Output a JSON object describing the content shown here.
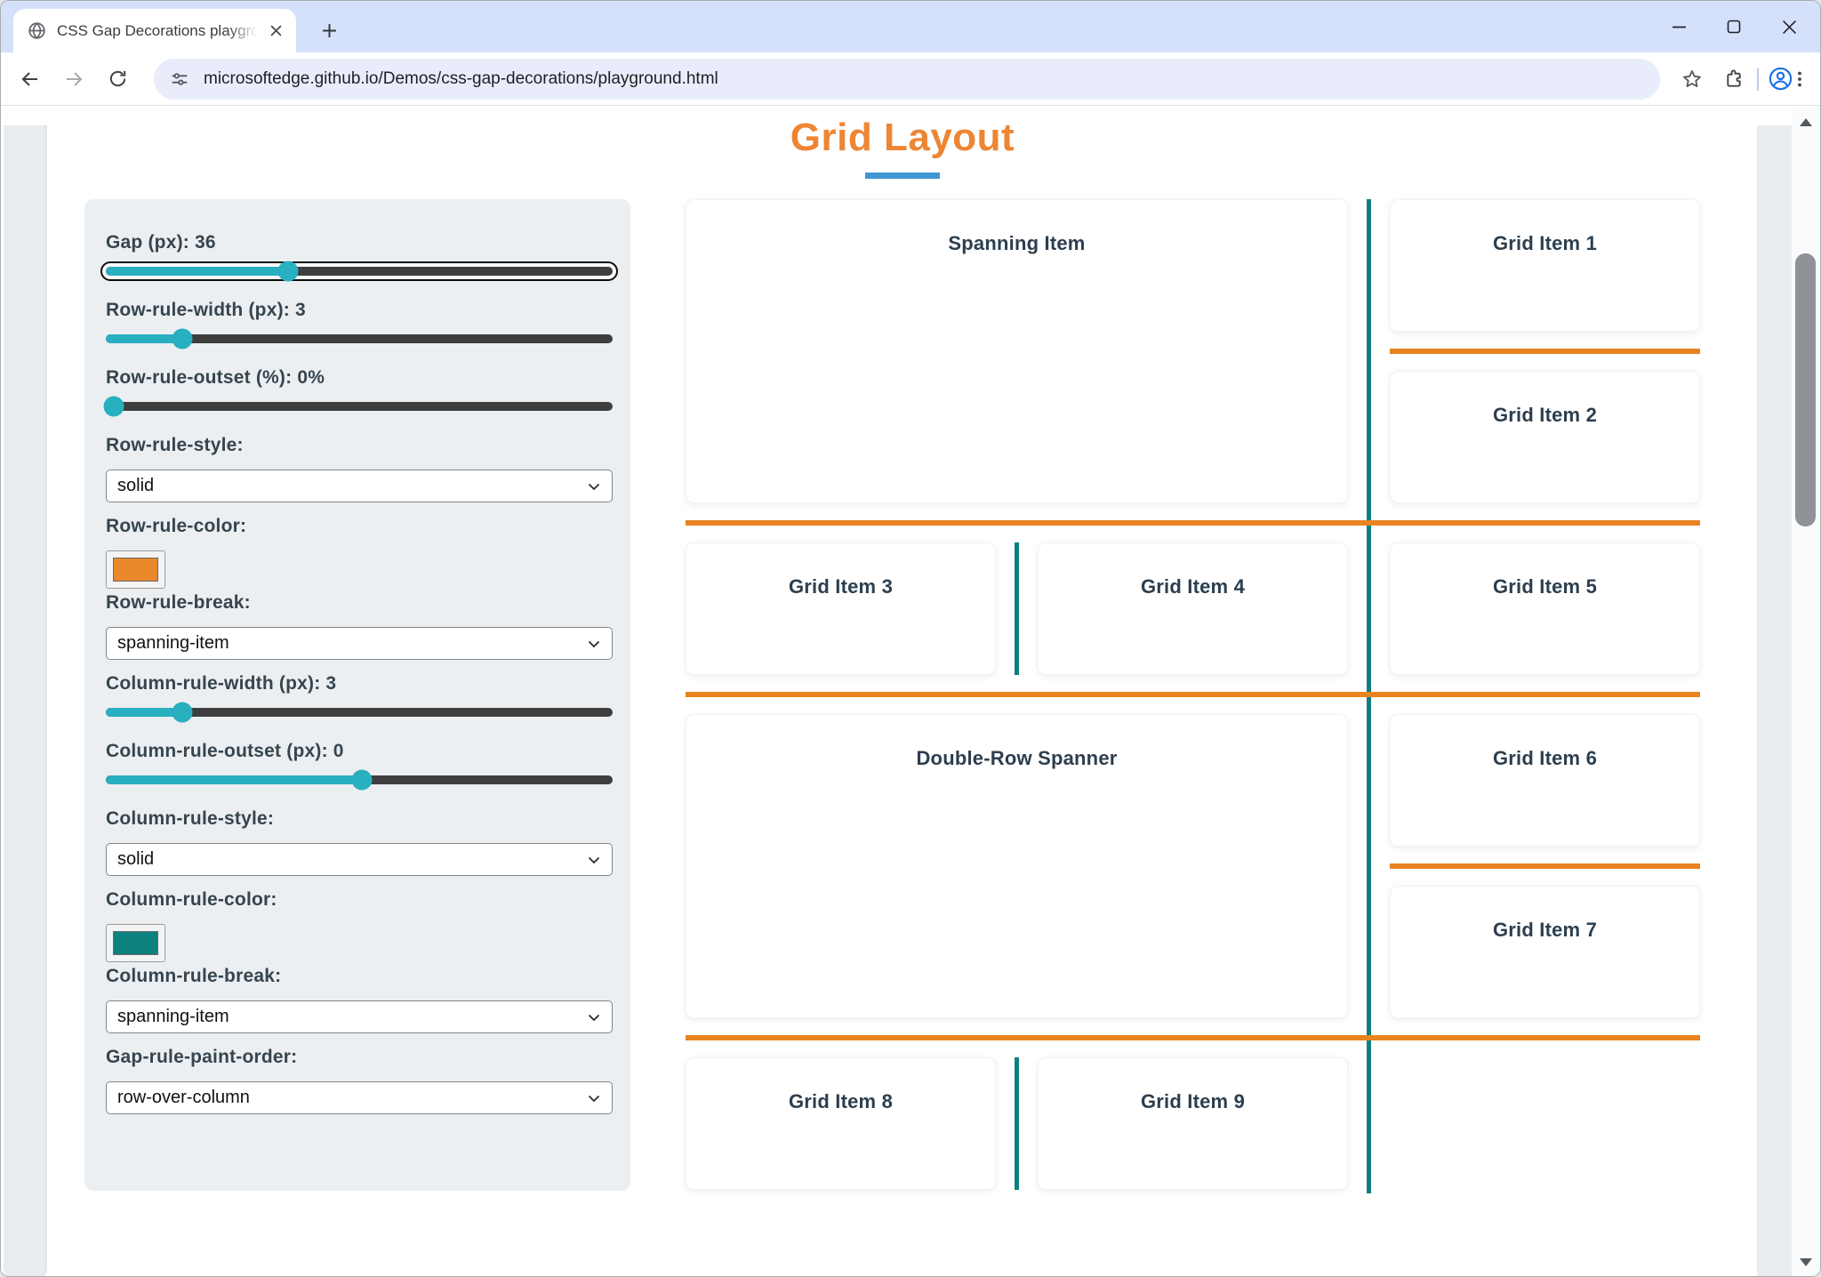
{
  "browser": {
    "tab_title": "CSS Gap Decorations playground",
    "url": "microsoftedge.github.io/Demos/css-gap-decorations/playground.html",
    "icons": [
      "globe-favicon",
      "close-icon",
      "new-tab-plus-icon",
      "minimize-icon",
      "maximize-icon",
      "window-close-icon",
      "back-arrow-icon",
      "forward-arrow-icon",
      "reload-icon",
      "site-settings-icon",
      "bookmark-star-icon",
      "extensions-puzzle-icon",
      "profile-avatar-icon",
      "menu-dots-icon",
      "scroll-up-icon",
      "scroll-down-icon"
    ]
  },
  "page": {
    "title": "Grid Layout",
    "title_color": "#EE8533",
    "underline_color": "#3F97D3"
  },
  "sidebar": {
    "controls": [
      {
        "label": "Gap (px): 36",
        "type": "slider",
        "percent": 36,
        "focused": true
      },
      {
        "label": "Row-rule-width (px): 3",
        "type": "slider",
        "percent": 15
      },
      {
        "label": "Row-rule-outset (%): 0%",
        "type": "slider",
        "percent": 1.5
      },
      {
        "label": "Row-rule-style:",
        "type": "select",
        "value": "solid"
      },
      {
        "label": "Row-rule-color:",
        "type": "color",
        "value": "#E8882B"
      },
      {
        "label": "Row-rule-break:",
        "type": "select",
        "value": "spanning-item"
      },
      {
        "label": "Column-rule-width (px): 3",
        "type": "slider",
        "percent": 15
      },
      {
        "label": "Column-rule-outset (px): 0",
        "type": "slider",
        "percent": 50.5
      },
      {
        "label": "Column-rule-style:",
        "type": "select",
        "value": "solid"
      },
      {
        "label": "Column-rule-color:",
        "type": "color",
        "value": "#0B8180"
      },
      {
        "label": "Column-rule-break:",
        "type": "select",
        "value": "spanning-item"
      },
      {
        "label": "Gap-rule-paint-order:",
        "type": "select",
        "value": "row-over-column"
      }
    ],
    "slider_accent": "#28AFC0"
  },
  "grid": {
    "row_rule_color": "#E8831F",
    "column_rule_color": "#0E7F80",
    "paint_order": "row-over-column",
    "items": [
      "Spanning Item",
      "Grid Item 1",
      "Grid Item 2",
      "Grid Item 3",
      "Grid Item 4",
      "Grid Item 5",
      "Double-Row Spanner",
      "Grid Item 6",
      "Grid Item 7",
      "Grid Item 8",
      "Grid Item 9"
    ]
  }
}
